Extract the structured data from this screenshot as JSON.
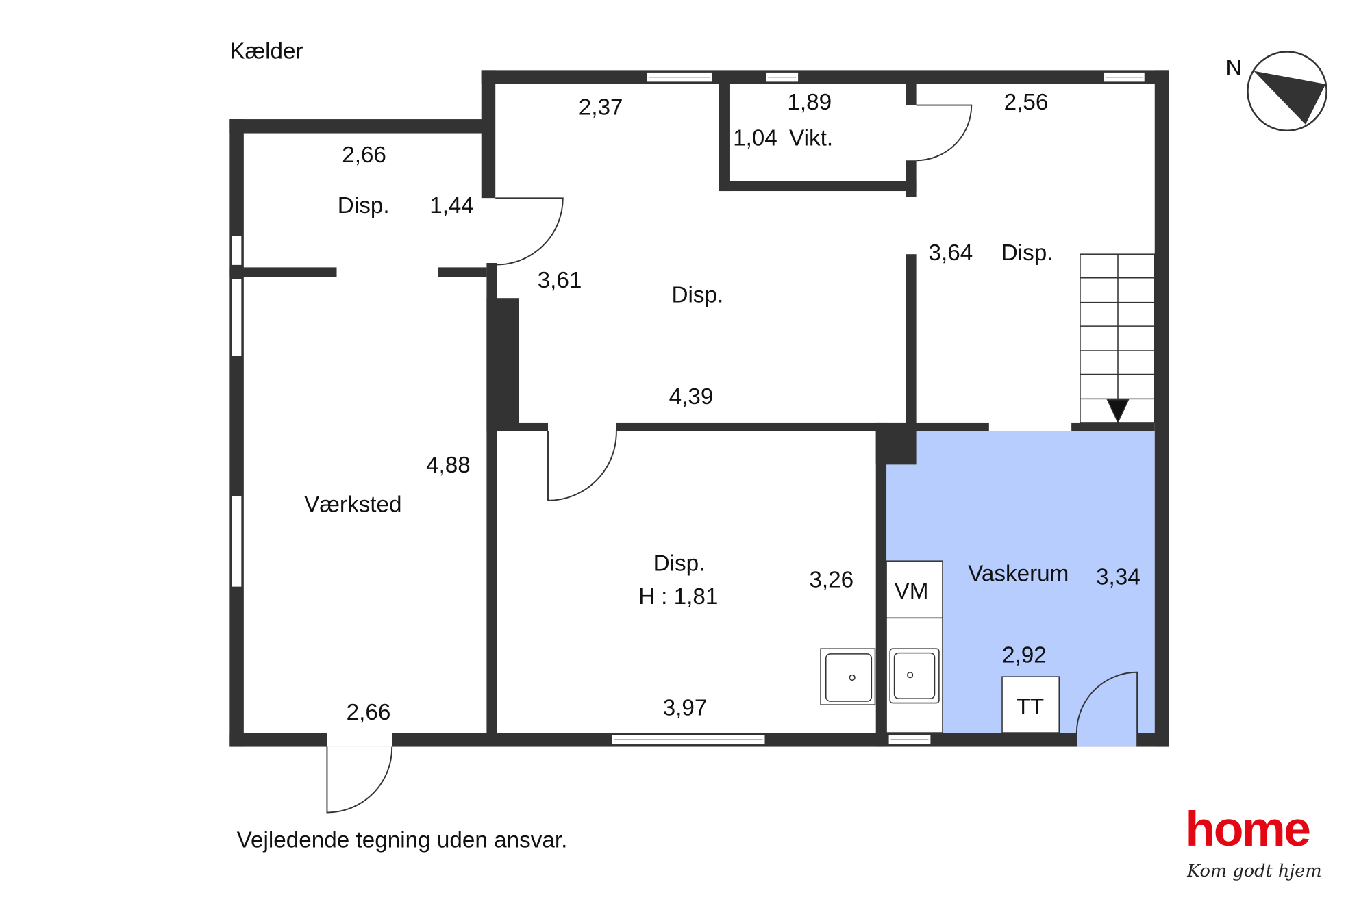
{
  "floor_title": "Kælder",
  "disclaimer": "Vejledende tegning uden ansvar.",
  "compass": {
    "label": "N"
  },
  "colors": {
    "wall": "#333333",
    "highlight_room": "#b7cdfd",
    "brand": "#e30613"
  },
  "logo": {
    "brand": "home",
    "tagline": "Kom godt hjem"
  },
  "rooms": {
    "disp_topleft": {
      "name": "Disp.",
      "dim_w": "2,66",
      "dim_h": "1,44"
    },
    "disp_center": {
      "name": "Disp.",
      "dim_top": "2,37",
      "dim_left": "3,61",
      "dim_bottom": "4,39"
    },
    "vikt": {
      "name": "Vikt.",
      "dim_w": "1,89",
      "dim_h": "1,04"
    },
    "disp_right": {
      "name": "Disp.",
      "dim_top": "2,56",
      "dim_h": "3,64"
    },
    "vaerksted": {
      "name": "Værksted",
      "dim_h": "4,88",
      "dim_w": "2,66"
    },
    "disp_lower": {
      "name": "Disp.",
      "height_note": "H : 1,81",
      "dim_h": "3,26",
      "dim_w": "3,97"
    },
    "vaskerum": {
      "name": "Vaskerum",
      "dim_h": "3,34",
      "dim_w": "2,92"
    }
  },
  "fixtures": {
    "washing_machine": "VM",
    "dryer": "TT"
  }
}
